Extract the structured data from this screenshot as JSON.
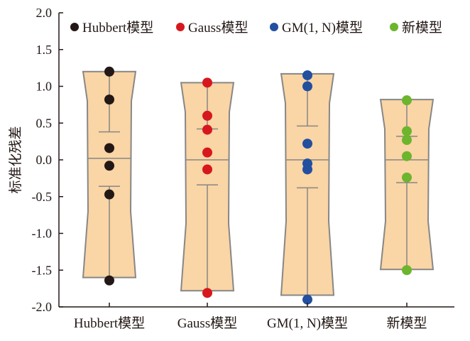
{
  "chart_data": {
    "type": "box-scatter",
    "title": "",
    "xlabel": "",
    "ylabel": "标准化残差",
    "ylim": [
      -2.0,
      2.0
    ],
    "yticks": [
      "2.0",
      "1.5",
      "1.0",
      "0.5",
      "0.0",
      "-0.5",
      "-1.0",
      "-1.5",
      "-2.0"
    ],
    "ytick_values": [
      2.0,
      1.5,
      1.0,
      0.5,
      0.0,
      -0.5,
      -1.0,
      -1.5,
      -2.0
    ],
    "legend_position": "top",
    "box_fill": "#fad5a5",
    "box_stroke": "#878787",
    "categories": [
      "Hubbert模型",
      "Gauss模型",
      "GM(1, N)模型",
      "新模型"
    ],
    "series": [
      {
        "name": "Hubbert模型",
        "color": "#231815",
        "points": [
          1.2,
          0.82,
          0.16,
          -0.08,
          -0.47,
          -1.64
        ],
        "box_top": 1.2,
        "box_bottom": -1.6,
        "center": 0.02,
        "whisker_upper": 0.38,
        "whisker_lower": -0.36
      },
      {
        "name": "Gauss模型",
        "color": "#d7171e",
        "points": [
          1.05,
          0.6,
          0.41,
          0.1,
          -0.13,
          -1.81
        ],
        "box_top": 1.05,
        "box_bottom": -1.78,
        "center": 0.0,
        "whisker_upper": 0.42,
        "whisker_lower": -0.34
      },
      {
        "name": "GM(1, N)模型",
        "color": "#234f9f",
        "points": [
          1.15,
          1.0,
          0.22,
          -0.05,
          -0.13,
          -1.9
        ],
        "box_top": 1.17,
        "box_bottom": -1.84,
        "center": 0.0,
        "whisker_upper": 0.46,
        "whisker_lower": -0.38
      },
      {
        "name": "新模型",
        "color": "#6cb52d",
        "points": [
          0.81,
          0.39,
          0.27,
          0.05,
          -0.24,
          -1.5
        ],
        "box_top": 0.82,
        "box_bottom": -1.49,
        "center": 0.0,
        "whisker_upper": 0.32,
        "whisker_lower": -0.31
      }
    ]
  }
}
